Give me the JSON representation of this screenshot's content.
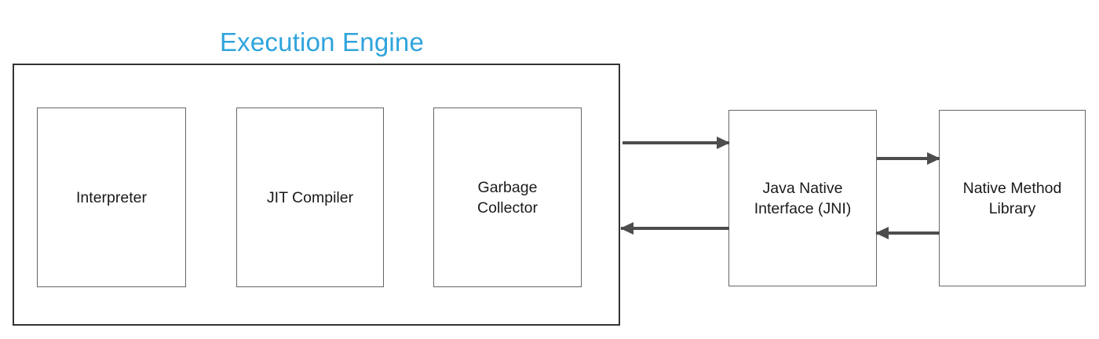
{
  "diagram": {
    "title": "Execution Engine",
    "title_color": "#2FA4DC",
    "background_color": "#FFFFFF",
    "box_border_color": "#666666",
    "container_border_color": "#333333",
    "arrow_color": "#4D4D4D",
    "label_color": "#1A1A1A",
    "boxes": [
      {
        "id": "execution-engine",
        "label": ""
      },
      {
        "id": "interpreter",
        "label": "Interpreter"
      },
      {
        "id": "jit-compiler",
        "label": "JIT Compiler"
      },
      {
        "id": "garbage-collector",
        "label": "Garbage\nCollector"
      },
      {
        "id": "java-native-interface",
        "label": "Java Native\nInterface (JNI)"
      },
      {
        "id": "native-method-library",
        "label": "Native Method\nLibrary"
      }
    ],
    "arrows": [
      {
        "id": "engine-to-jni",
        "from": "execution-engine",
        "to": "java-native-interface",
        "direction": "right",
        "label": ""
      },
      {
        "id": "jni-to-engine",
        "from": "java-native-interface",
        "to": "execution-engine",
        "direction": "left",
        "label": ""
      },
      {
        "id": "jni-to-nml",
        "from": "java-native-interface",
        "to": "native-method-library",
        "direction": "right",
        "label": ""
      },
      {
        "id": "nml-to-jni",
        "from": "native-method-library",
        "to": "java-native-interface",
        "direction": "left",
        "label": ""
      }
    ]
  }
}
